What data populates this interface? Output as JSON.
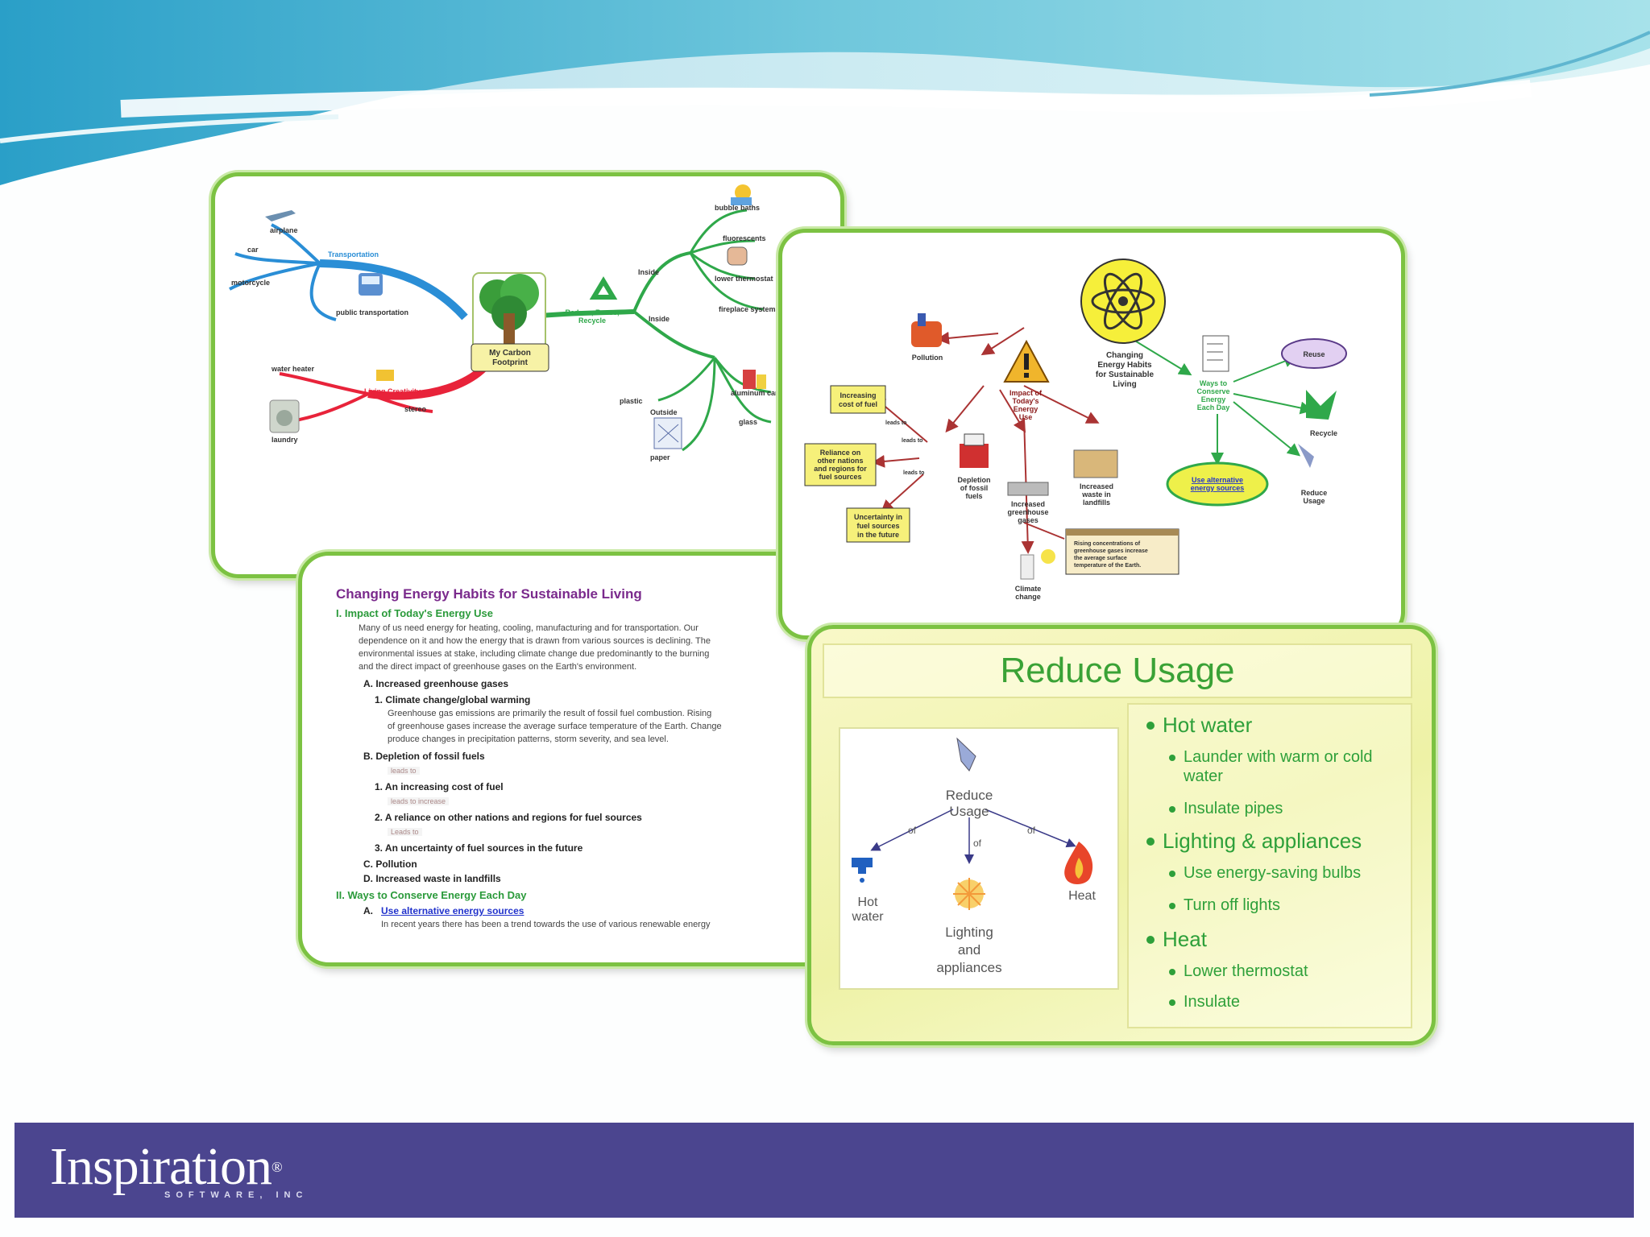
{
  "mindmap": {
    "center": [
      "My Carbon",
      "Footprint"
    ],
    "transport": "Transportation",
    "airplane": "airplane",
    "car": "car",
    "motorcycle": "motorcycle",
    "public": "public transportation",
    "living": "Living Creativity",
    "water_heater": "water heater",
    "laundry": "laundry",
    "stereo": "stereo",
    "reduce_reuse": [
      "Reduce, Reuse,",
      "Recycle"
    ],
    "inside": "Inside",
    "outside": "Outside",
    "bubble": "bubble baths",
    "fluor": "fluorescents",
    "thermo": "lower thermostat",
    "fireplace": "fireplace systems",
    "plastic": "plastic",
    "cans": "aluminum cans",
    "glass": "glass",
    "paper": "paper"
  },
  "concept": {
    "center": [
      "Changing",
      "Energy Habits",
      "for Sustainable",
      "Living"
    ],
    "impact": [
      "Impact of",
      "Today's",
      "Energy",
      "Use"
    ],
    "pollution": "Pollution",
    "cost": [
      "Increasing",
      "cost of fuel"
    ],
    "reliance": [
      "Reliance on",
      "other nations",
      "and regions for",
      "fuel sources"
    ],
    "uncertainty": [
      "Uncertainty in",
      "fuel sources",
      "in the future"
    ],
    "depletion": [
      "Depletion",
      "of fossil",
      "fuels"
    ],
    "ghg": [
      "Increased",
      "greenhouse",
      "gases"
    ],
    "waste": [
      "Increased",
      "waste in",
      "landfills"
    ],
    "climate": [
      "Climate",
      "change"
    ],
    "warming_note": [
      "Rising concentrations of",
      "greenhouse gases increase",
      "the average surface",
      "temperature of the Earth."
    ],
    "ways": [
      "Ways to",
      "Conserve",
      "Energy",
      "Each Day"
    ],
    "reuse": "Reuse",
    "recycle": "Recycle",
    "reduce": [
      "Reduce",
      "Usage"
    ],
    "alt": [
      "Use alternative",
      "energy sources"
    ],
    "lead_to": "leads to"
  },
  "outline": {
    "title": "Changing Energy Habits for Sustainable Living",
    "s1": "I.   Impact of Today's Energy Use",
    "s1_body": [
      "Many of us need energy for heating, cooling, manufacturing and for transportation. Our",
      "dependence on it and how the energy that is drawn from various sources is declining. The",
      "environmental issues at stake, including climate change due predominantly to the burning",
      "and the direct impact of greenhouse gases on the Earth's environment."
    ],
    "a1": "A.  Increased greenhouse gases",
    "a1_1": "1.  Climate change/global warming",
    "a1_1_body": [
      "Greenhouse gas emissions are primarily the result of fossil fuel combustion. Rising",
      "of greenhouse gases increase the average surface temperature of the Earth. Change",
      "produce changes in precipitation patterns, storm severity, and sea level."
    ],
    "b1": "B.  Depletion of fossil fuels",
    "note1": "leads to",
    "b1_1": "1.  An increasing cost of fuel",
    "note2": "leads to increase",
    "b1_2": "2.  A reliance on other nations and regions for fuel sources",
    "note3": "Leads to",
    "b1_3": "3.  An uncertainty of fuel sources in the future",
    "c1": "C.  Pollution",
    "d1": "D.  Increased waste in landfills",
    "s2": "II.   Ways to Conserve Energy Each Day",
    "s2_a": "A.",
    "s2_a_link": "Use alternative energy sources",
    "s2_body": "In recent years there has been a trend towards the use of various renewable energy"
  },
  "reduce": {
    "title": "Reduce Usage",
    "map_center": [
      "Reduce",
      "Usage"
    ],
    "map_hot": [
      "Hot",
      "water"
    ],
    "map_light": [
      "Lighting",
      "and",
      "appliances"
    ],
    "map_heat": "Heat",
    "link_label": "of",
    "bullets": [
      {
        "label": "Hot water",
        "children": [
          "Launder with warm or cold",
          "water",
          "Insulate pipes"
        ]
      },
      {
        "label": "Lighting & appliances",
        "children": [
          "Use energy-saving bulbs",
          "Turn off lights"
        ]
      },
      {
        "label": "Heat",
        "children": [
          "Lower thermostat",
          "Insulate"
        ]
      }
    ]
  },
  "footer": {
    "logo": "Inspiration",
    "logo_mark": "®",
    "tagline": "SOFTWARE, INC"
  },
  "colors": {
    "card_border": "#7cc242",
    "footer_band": "#4b458f",
    "reduce_title": "#3aa236",
    "mindmap_blue": "#2a8ed6",
    "mindmap_red": "#e8233a",
    "mindmap_green": "#2fa84a"
  }
}
